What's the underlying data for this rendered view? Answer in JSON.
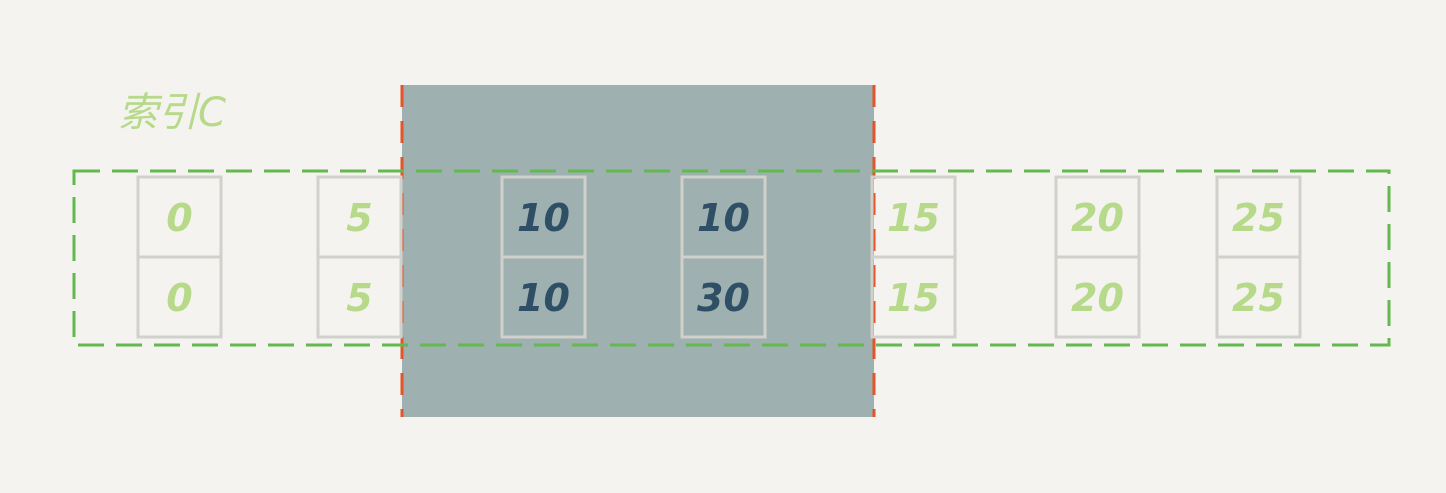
{
  "index_label": "索引C",
  "colors": {
    "background": "#f4f3ef",
    "lock_region": "#9fb0b0",
    "lock_border": "#e2552a",
    "index_border": "#64b94e",
    "label_green": "#b7d98a",
    "label_dark": "#2f4f66",
    "cell_border": "#d1d1cc"
  },
  "records": [
    {
      "c": "0",
      "id": "0",
      "locked": false
    },
    {
      "c": "5",
      "id": "5",
      "locked": false
    },
    {
      "c": "10",
      "id": "10",
      "locked": true
    },
    {
      "c": "10",
      "id": "30",
      "locked": true
    },
    {
      "c": "15",
      "id": "15",
      "locked": false
    },
    {
      "c": "20",
      "id": "20",
      "locked": false
    },
    {
      "c": "25",
      "id": "25",
      "locked": false
    }
  ]
}
